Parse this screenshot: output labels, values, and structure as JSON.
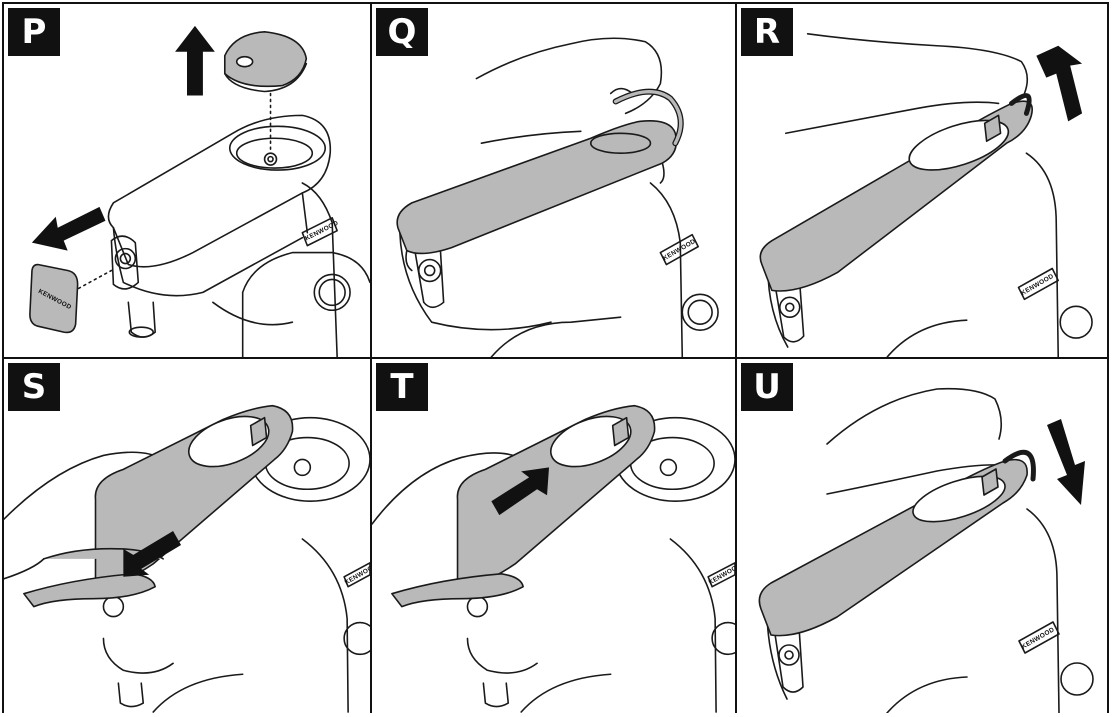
{
  "steps": [
    {
      "id": "P",
      "letter": "P",
      "brand": "KENWOOD",
      "brand_cap": "KENWOOD"
    },
    {
      "id": "Q",
      "letter": "Q",
      "brand": "KENWOOD"
    },
    {
      "id": "R",
      "letter": "R",
      "brand": "KENWOOD"
    },
    {
      "id": "S",
      "letter": "S",
      "brand": "KENWOOD"
    },
    {
      "id": "T",
      "letter": "T",
      "brand": "KENWOOD"
    },
    {
      "id": "U",
      "letter": "U",
      "brand": "KENWOOD"
    }
  ],
  "colors": {
    "line": "#1a1a1a",
    "cover": "#b9b9b9",
    "tag_bg": "#111111"
  },
  "icons": [
    "arrow-up-icon",
    "arrow-left-down-icon",
    "arrow-diag-up-icon",
    "arrow-down-left-icon",
    "arrow-up-right-icon",
    "arrow-diag-down-icon",
    "hand-icon"
  ]
}
